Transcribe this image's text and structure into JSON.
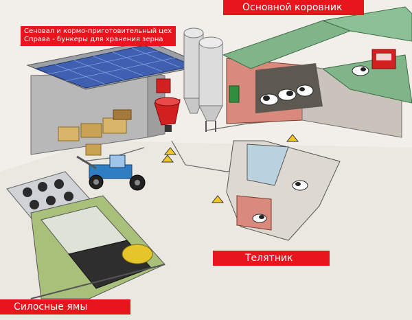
{
  "labels": {
    "main_barn": "Основной коровник",
    "calf_barn": "Телятник",
    "silage_pits": "Силосные ямы",
    "hay_line1": "Сеновал и кормо-приготовительный цех",
    "hay_line2": "Справа - бункеры для хранения зерна"
  },
  "colors": {
    "label_bg": "#e8161c",
    "label_text": "#ffffff",
    "barn_roof": "#7fb589",
    "barn_wall": "#d98a7c",
    "solar_panel": "#3f5fb0",
    "tractor": "#2f7ec4"
  },
  "icons": [
    "warning-sign-icon",
    "tractor-icon",
    "cow-icon",
    "silo-icon",
    "solar-panel-icon"
  ]
}
